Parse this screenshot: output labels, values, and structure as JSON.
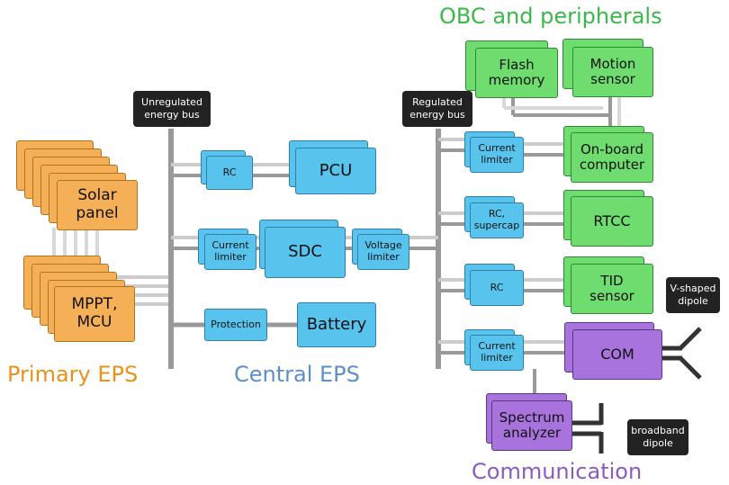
{
  "groups": {
    "primary": "Primary EPS",
    "central": "Central EPS",
    "obc": "OBC and peripherals",
    "comm": "Communication"
  },
  "buses": {
    "unregulated": "Unregulated energy bus",
    "regulated": "Regulated energy bus"
  },
  "blocks": {
    "solar": "Solar panel",
    "mppt": "MPPT, MCU",
    "rc1": "RC",
    "pcu": "PCU",
    "cl1": "Current limiter",
    "sdc": "SDC",
    "vl": "Voltage limiter",
    "protection": "Protection",
    "battery": "Battery",
    "flash": "Flash memory",
    "motion": "Motion sensor",
    "cl2": "Current limiter",
    "obc": "On-board computer",
    "rc_sc": "RC, supercap",
    "rtcc": "RTCC",
    "rc2": "RC",
    "tid": "TID sensor",
    "cl3": "Current limiter",
    "com": "COM",
    "spectrum": "Spectrum analyzer"
  },
  "antennas": {
    "vdipole": "V-shaped dipole",
    "bdipole": "broadband dipole"
  },
  "colors": {
    "primary": "#e8911d",
    "central": "#5b8fc6",
    "obc": "#3bb84a",
    "comm": "#8a5cc0",
    "blue_block": "#58c4ee",
    "green_block": "#6fdc70",
    "orange_block": "#f5b057",
    "purple_block": "#a873dc",
    "bus": "#999999"
  }
}
